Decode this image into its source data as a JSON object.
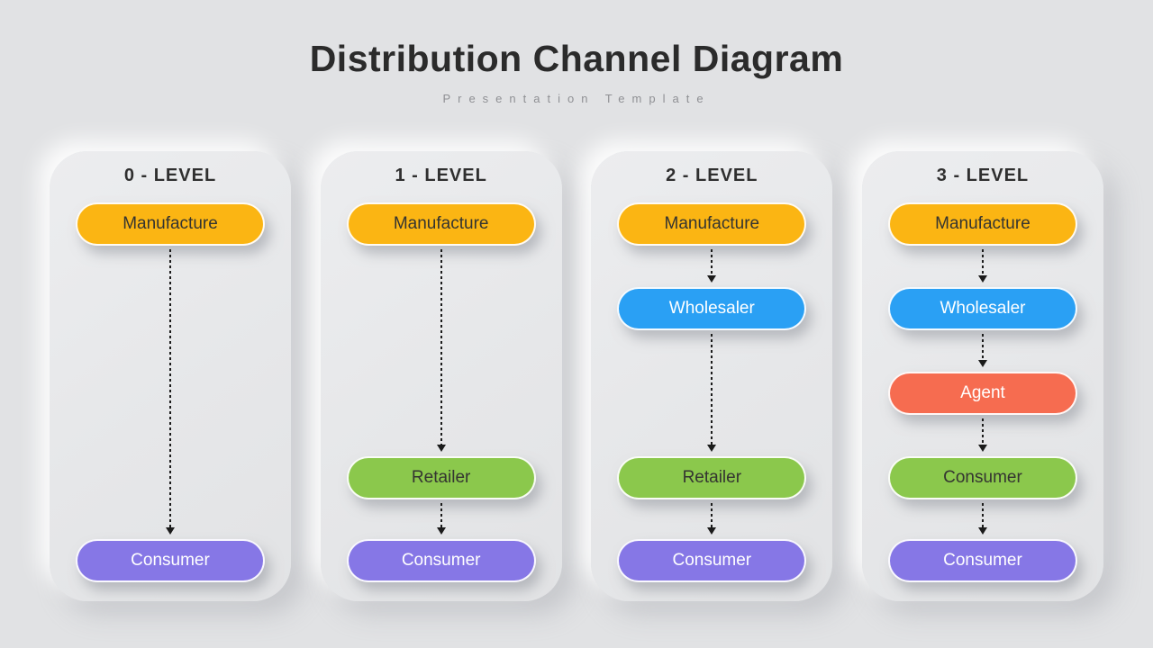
{
  "header": {
    "title": "Distribution Channel Diagram",
    "subtitle": "Presentation Template"
  },
  "palette": {
    "yellow": "#FBB513",
    "blue": "#2AA0F4",
    "green": "#8BC84C",
    "red": "#F66C50",
    "purple": "#8677E6",
    "arrow": "#1B1B1B",
    "background": "#E1E2E4",
    "title_text": "#2B2B2B",
    "subtitle_text": "#8F9094"
  },
  "diagram": {
    "rows": 5,
    "columns": [
      {
        "id": "0-level",
        "label": "0 - LEVEL",
        "nodes": [
          {
            "label": "Manufacture",
            "color": "yellow",
            "text": "dark",
            "row": 0
          },
          {
            "label": "Consumer",
            "color": "purple",
            "text": "light",
            "row": 4
          }
        ]
      },
      {
        "id": "1-level",
        "label": "1 - LEVEL",
        "nodes": [
          {
            "label": "Manufacture",
            "color": "yellow",
            "text": "dark",
            "row": 0
          },
          {
            "label": "Retailer",
            "color": "green",
            "text": "dark",
            "row": 3
          },
          {
            "label": "Consumer",
            "color": "purple",
            "text": "light",
            "row": 4
          }
        ]
      },
      {
        "id": "2-level",
        "label": "2 - LEVEL",
        "nodes": [
          {
            "label": "Manufacture",
            "color": "yellow",
            "text": "dark",
            "row": 0
          },
          {
            "label": "Wholesaler",
            "color": "blue",
            "text": "light",
            "row": 1
          },
          {
            "label": "Retailer",
            "color": "green",
            "text": "dark",
            "row": 3
          },
          {
            "label": "Consumer",
            "color": "purple",
            "text": "light",
            "row": 4
          }
        ]
      },
      {
        "id": "3-level",
        "label": "3 - LEVEL",
        "nodes": [
          {
            "label": "Manufacture",
            "color": "yellow",
            "text": "dark",
            "row": 0
          },
          {
            "label": "Wholesaler",
            "color": "blue",
            "text": "light",
            "row": 1
          },
          {
            "label": "Agent",
            "color": "red",
            "text": "light",
            "row": 2
          },
          {
            "label": "Consumer",
            "color": "green",
            "text": "dark",
            "row": 3
          },
          {
            "label": "Consumer",
            "color": "purple",
            "text": "light",
            "row": 4
          }
        ]
      }
    ]
  }
}
